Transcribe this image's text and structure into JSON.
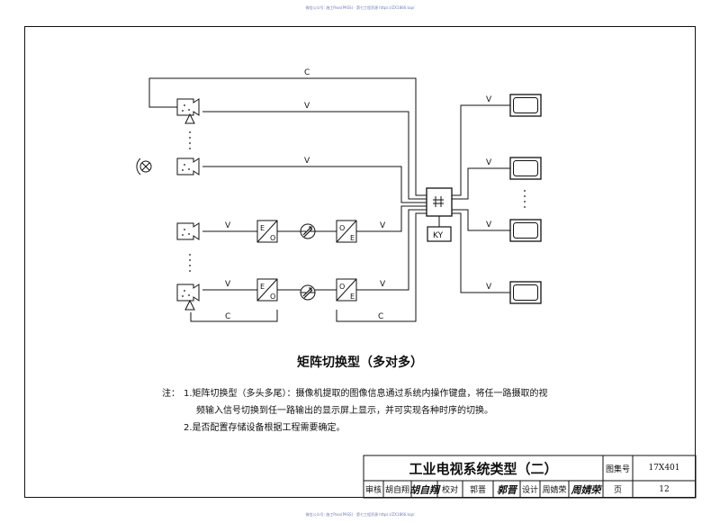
{
  "watermark_top": "微信公众号: 施工Pass(PASS) · 第七工程资源 https://ZX1866.top/",
  "watermark_bottom": "微信公众号: 施工Pass(PASS) · 第七工程资源 https://ZX1866.top/",
  "diagram": {
    "labels": {
      "control": "C",
      "video": "V",
      "keyboard": "KY",
      "converter_e": "E",
      "converter_o": "O"
    }
  },
  "caption": "矩阵切换型（多对多）",
  "notes": {
    "heading": "注：",
    "item1_line1": "1.矩阵切换型（多头多尾）：摄像机提取的图像信息通过系统内操作键盘，将任一路摄取的视",
    "item1_line2": "频输入信号切换到任一路输出的显示屏上显示，并可实现各种时序的切换。",
    "item2": "2.是否配置存储设备根据工程需要确定。"
  },
  "title_block": {
    "title": "工业电视系统类型（二）",
    "atlas_label": "图集号",
    "atlas_no": "17X401",
    "review_label": "审核",
    "reviewer": "胡自翔",
    "reviewer_sig": "胡自翔",
    "check_label": "校对",
    "checker": "郭晋",
    "checker_sig": "郭晋",
    "design_label": "设计",
    "designer": "周婧荣",
    "designer_sig": "周婧荣",
    "page_label": "页",
    "page_no": "12"
  }
}
